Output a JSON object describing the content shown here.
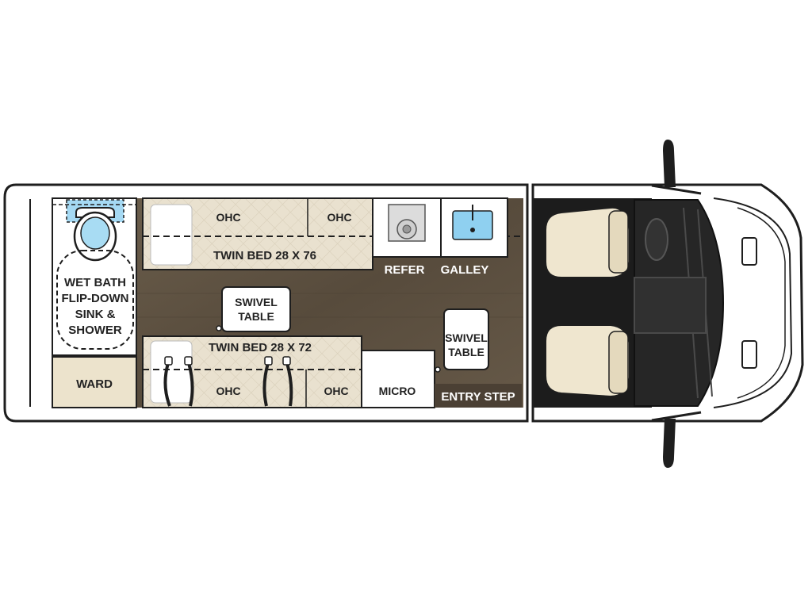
{
  "floorplan": {
    "labels": {
      "wet_bath_1": "WET BATH",
      "wet_bath_2": "FLIP-DOWN",
      "wet_bath_3": "SINK &",
      "wet_bath_4": "SHOWER",
      "ward": "WARD",
      "ohc_top_1": "OHC",
      "ohc_top_2": "OHC",
      "twin_bed_top": "TWIN BED 28 X 76",
      "refer": "REFER",
      "galley": "GALLEY",
      "swivel_table_left_1": "SWIVEL",
      "swivel_table_left_2": "TABLE",
      "twin_bed_bottom": "TWIN BED 28 X 72",
      "ohc_bottom_1": "OHC",
      "ohc_bottom_2": "OHC",
      "micro": "MICRO",
      "swivel_table_right_1": "SWIVEL",
      "swivel_table_right_2": "TABLE",
      "entry_step": "ENTRY STEP"
    },
    "colors": {
      "floor": "#5e5242",
      "bed": "#e8e0cf",
      "cab": "#1c1c1c",
      "seat": "#efe6cf",
      "ward": "#ece3cc",
      "water": "#7fc6ea"
    }
  }
}
